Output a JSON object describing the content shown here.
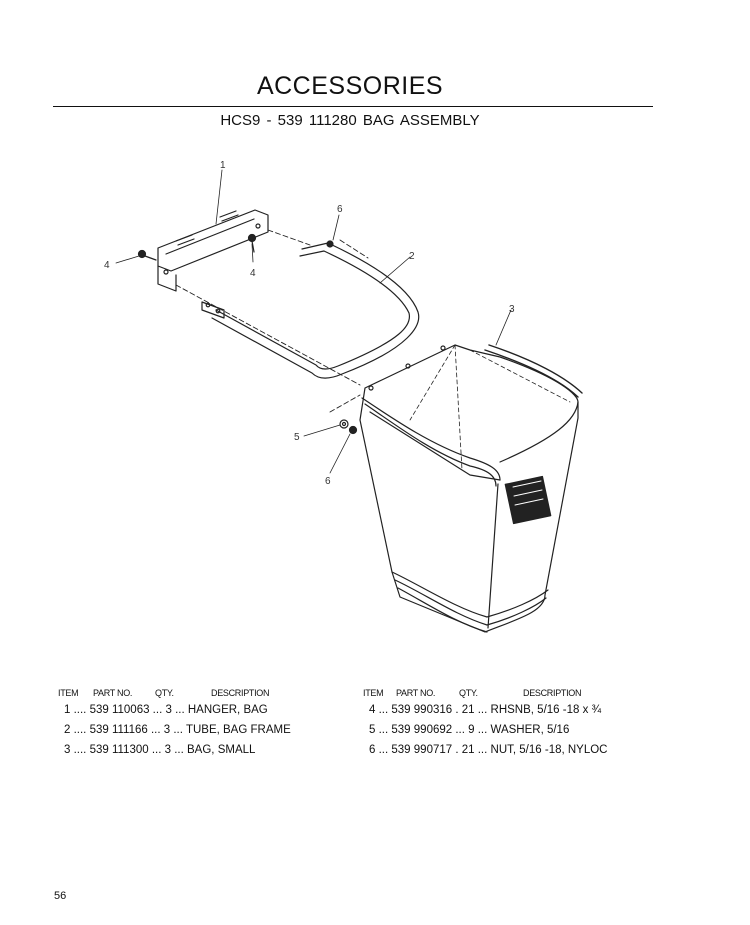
{
  "header": {
    "title": "ACCESSORIES",
    "subtitle": "HCS9 - 539 111280   BAG ASSEMBLY"
  },
  "diagram": {
    "callouts": [
      "1",
      "2",
      "3",
      "4",
      "4",
      "5",
      "6",
      "6"
    ]
  },
  "parts_table": {
    "columns": [
      "ITEM",
      "PART NO.",
      "QTY.",
      "DESCRIPTION"
    ],
    "rows": [
      {
        "item": "1",
        "part_no": "539 110063",
        "qty": "3",
        "description": "HANGER, BAG"
      },
      {
        "item": "2",
        "part_no": "539 111166",
        "qty": "3",
        "description": "TUBE, BAG FRAME"
      },
      {
        "item": "3",
        "part_no": "539 111300",
        "qty": "3",
        "description": "BAG, SMALL"
      },
      {
        "item": "4",
        "part_no": "539 990316",
        "qty": "21",
        "description": "RHSNB, 5/16 -18 x ¾"
      },
      {
        "item": "5",
        "part_no": "539 990692",
        "qty": "9",
        "description": "WASHER, 5/16"
      },
      {
        "item": "6",
        "part_no": "539 990717",
        "qty": "21",
        "description": "NUT, 5/16 -18, NYLOC"
      }
    ]
  },
  "footer": {
    "page_number": "56"
  }
}
